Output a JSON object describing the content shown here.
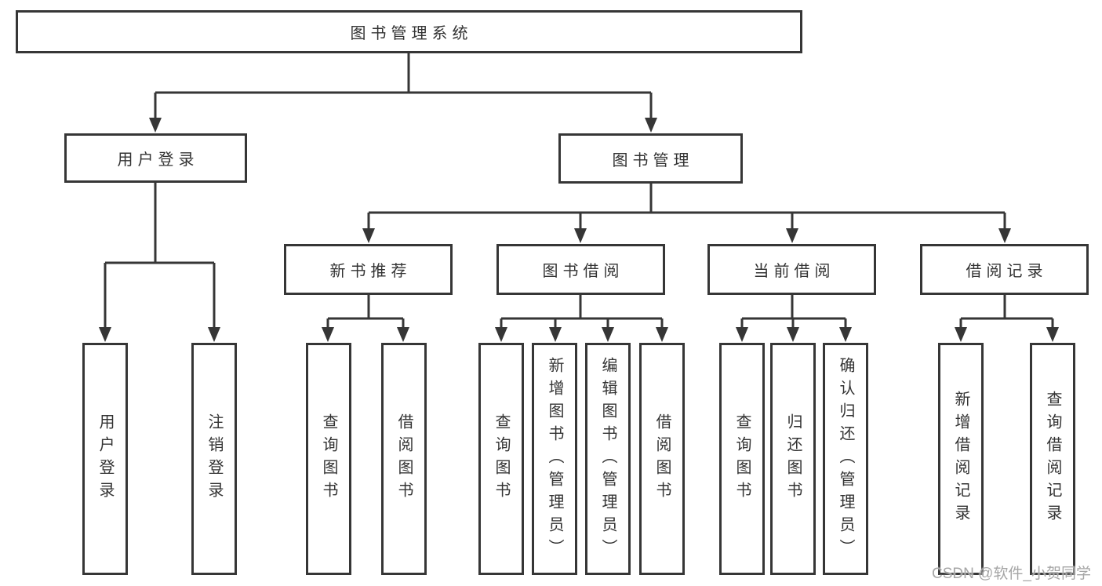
{
  "diagram": {
    "root_label": "图书管理系统",
    "level2": [
      {
        "label": "用户登录"
      },
      {
        "label": "图书管理"
      }
    ],
    "level3": [
      {
        "label": "新书推荐"
      },
      {
        "label": "图书借阅"
      },
      {
        "label": "当前借阅"
      },
      {
        "label": "借阅记录"
      }
    ],
    "leaves": [
      {
        "label": "用户登录"
      },
      {
        "label": "注销登录"
      },
      {
        "label": "查询图书"
      },
      {
        "label": "借阅图书"
      },
      {
        "label": "查询图书"
      },
      {
        "label": "新增图书（管理员）"
      },
      {
        "label": "编辑图书（管理员）"
      },
      {
        "label": "借阅图书"
      },
      {
        "label": "查询图书"
      },
      {
        "label": "归还图书"
      },
      {
        "label": "确认归还（管理员）"
      },
      {
        "label": "新增借阅记录"
      },
      {
        "label": "查询借阅记录"
      }
    ]
  },
  "watermark": "CSDN @软件_小贺同学",
  "colors": {
    "line": "#363636",
    "box_border": "#363636",
    "box_fill": "#ffffff",
    "text": "#333333",
    "watermark_text": "#a6a6a6",
    "background": "#ffffff"
  }
}
